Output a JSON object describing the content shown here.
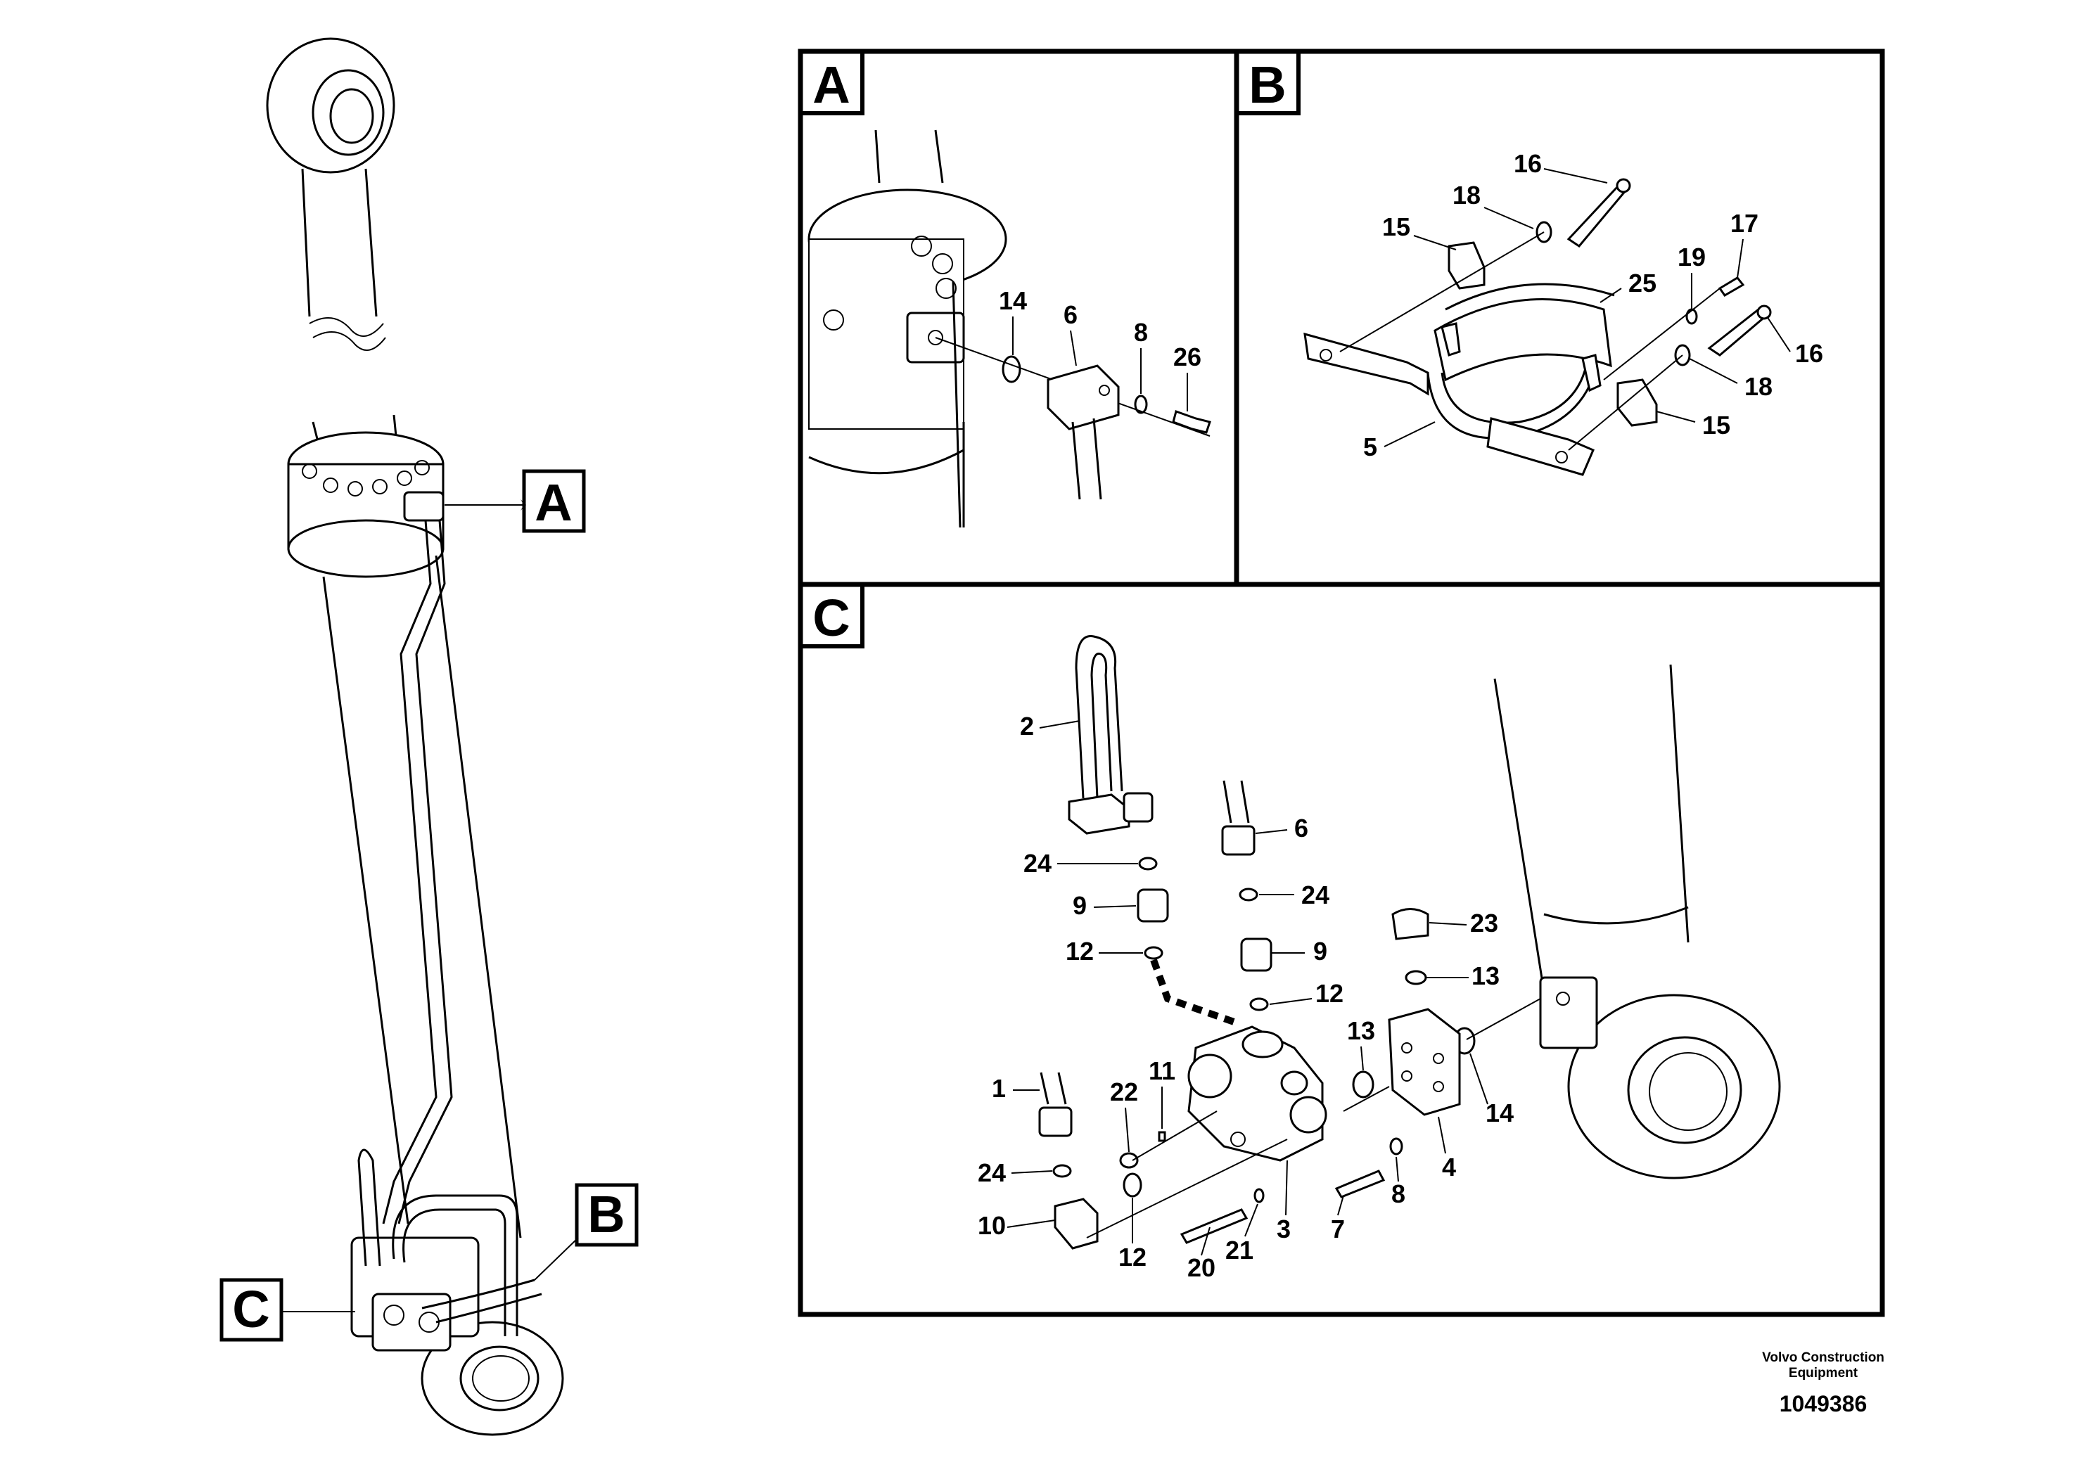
{
  "detail_views": {
    "A": "A",
    "B": "B",
    "C": "C"
  },
  "callouts": {
    "A": "A",
    "B": "B",
    "C": "C"
  },
  "part_numbers": {
    "panel_a": [
      "14",
      "6",
      "8",
      "26"
    ],
    "panel_b": [
      "16",
      "18",
      "15",
      "25",
      "19",
      "17",
      "16",
      "18",
      "15",
      "5"
    ],
    "panel_c": [
      "2",
      "6",
      "24",
      "24",
      "9",
      "9",
      "12",
      "12",
      "23",
      "13",
      "13",
      "14",
      "1",
      "22",
      "11",
      "24",
      "10",
      "12",
      "20",
      "21",
      "3",
      "7",
      "8",
      "4"
    ]
  },
  "footer": {
    "company_line1": "Volvo Construction",
    "company_line2": "Equipment",
    "document_number": "1049386"
  }
}
